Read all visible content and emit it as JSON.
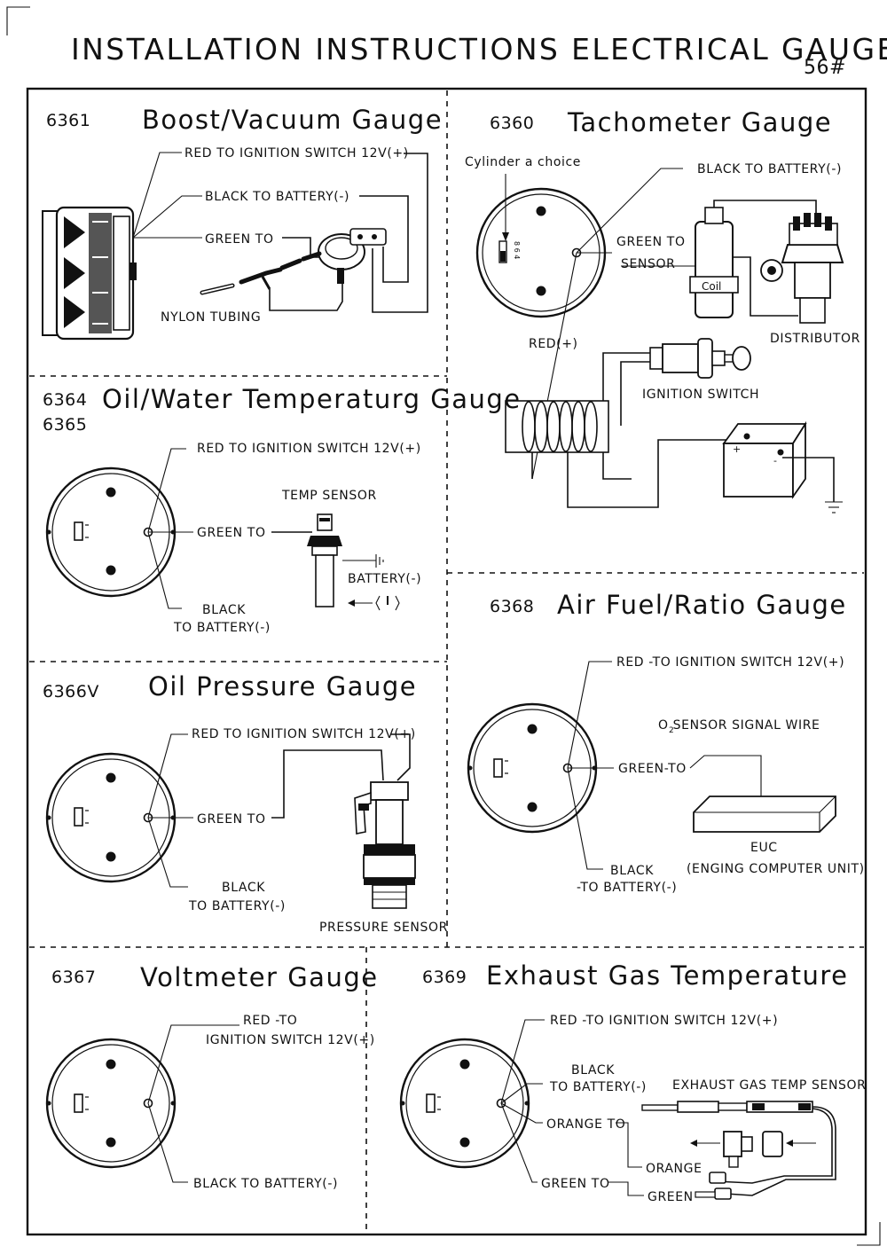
{
  "header": {
    "title": "INSTALLATION INSTRUCTIONS ELECTRICAL GAUGES",
    "page_number": "56#"
  },
  "boost": {
    "code": "6361",
    "title": "Boost/Vacuum Gauge",
    "red": "RED   TO IGNITION SWITCH 12V(+)",
    "black": "BLACK   TO BATTERY(-)",
    "green": "GREEN TO",
    "tubing": "NYLON TUBING"
  },
  "tach": {
    "code": "6360",
    "title": "Tachometer Gauge",
    "cylinder": "Cylinder a choice",
    "dip": "8 6 4",
    "black": "BLACK  TO BATTERY(-)",
    "green1": "GREEN TO",
    "green2": "SENSOR",
    "coil": "Coil",
    "distributor": "DISTRIBUTOR",
    "red": "RED(+)",
    "ignition": "IGNITION SWITCH"
  },
  "temp": {
    "code1": "6364",
    "code2": "6365",
    "title": "Oil/Water Temperaturg Gauge",
    "red": "RED TO IGNITION SWITCH 12V(+)",
    "sensor": "TEMP SENSOR",
    "green": "GREEN TO",
    "battery": "BATTERY(-)",
    "black1": "BLACK",
    "black2": "TO BATTERY(-)"
  },
  "afr": {
    "code": "6368",
    "title": "Air Fuel/Ratio Gauge",
    "red": "RED -TO IGNITION SWITCH 12V(+)",
    "o2": "O  SENSOR SIGNAL WIRE",
    "o2_sub": "2",
    "green": "GREEN-TO",
    "euc1": "EUC",
    "euc2": "(ENGING COMPUTER UNIT)",
    "black1": "BLACK",
    "black2": "-TO BATTERY(-)"
  },
  "oil": {
    "code": "6366V",
    "title": "Oil Pressure Gauge",
    "red": "RED TO IGNITION SWITCH 12V(+)",
    "green": "GREEN TO",
    "black1": "BLACK",
    "black2": "TO BATTERY(-)",
    "sensor": "PRESSURE SENSOR"
  },
  "volt": {
    "code": "6367",
    "title": "Voltmeter Gauge",
    "red1": "RED -TO",
    "red2": "IGNITION SWITCH 12V(+)",
    "black": "BLACK  TO BATTERY(-)"
  },
  "egt": {
    "code": "6369",
    "title": "Exhaust Gas Temperature",
    "red": "RED -TO IGNITION SWITCH 12V(+)",
    "black1": "BLACK",
    "black2": "TO BATTERY(-)",
    "sensor": "EXHAUST GAS TEMP SENSOR",
    "orange_to": "ORANGE TO",
    "orange": "ORANGE",
    "green_to": "GREEN TO",
    "green": "GREEN"
  }
}
